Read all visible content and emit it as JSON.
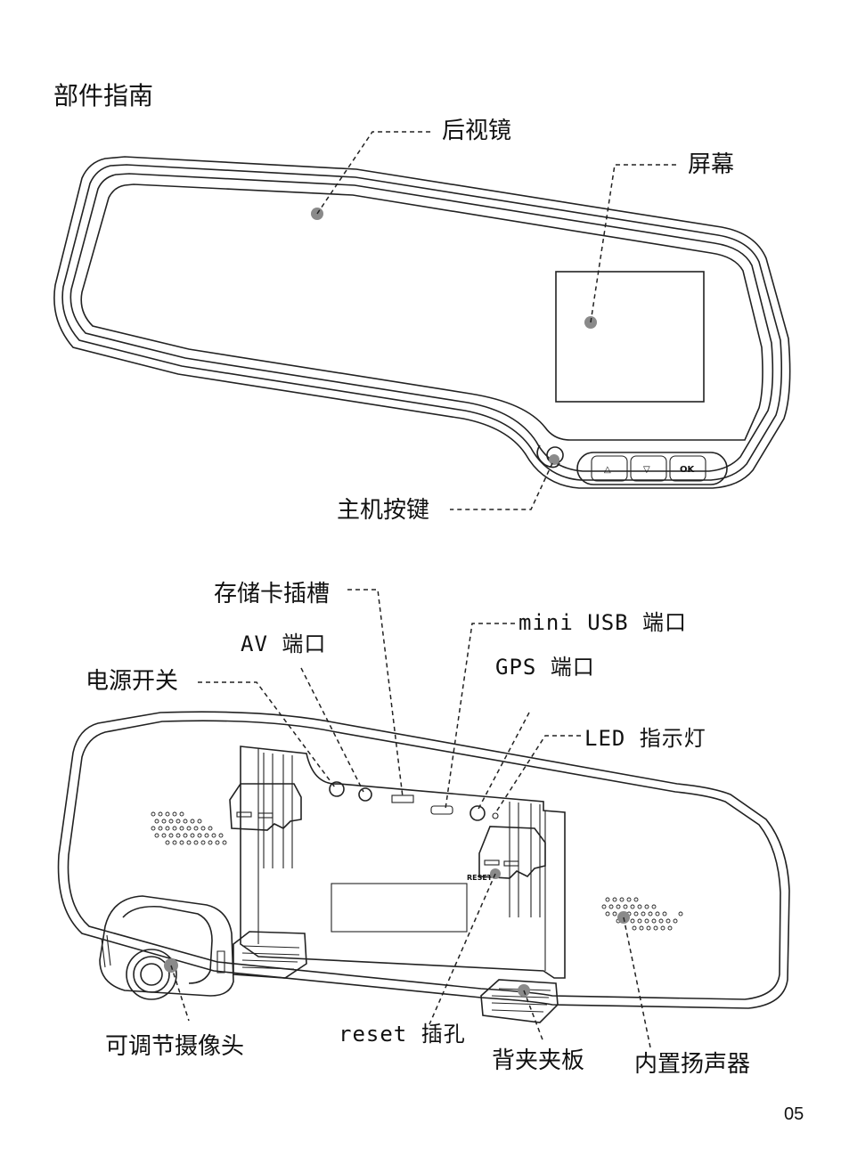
{
  "section_title": "部件指南",
  "front_labels": {
    "mirror": "后视镜",
    "screen": "屏幕",
    "buttons": "主机按键"
  },
  "button_marks": {
    "up": "△",
    "down": "▽",
    "ok": "OK"
  },
  "back_labels": {
    "card_slot": "存储卡插槽",
    "mini_usb": "mini USB 端口",
    "av_port": "AV 端口",
    "power_switch": "电源开关",
    "gps_port": "GPS 端口",
    "led": "LED 指示灯",
    "camera": "可调节摄像头",
    "reset": "reset 插孔",
    "back_clip": "背夹夹板",
    "speaker": "内置扬声器"
  },
  "reset_mark": "RESET",
  "page_number": "05"
}
